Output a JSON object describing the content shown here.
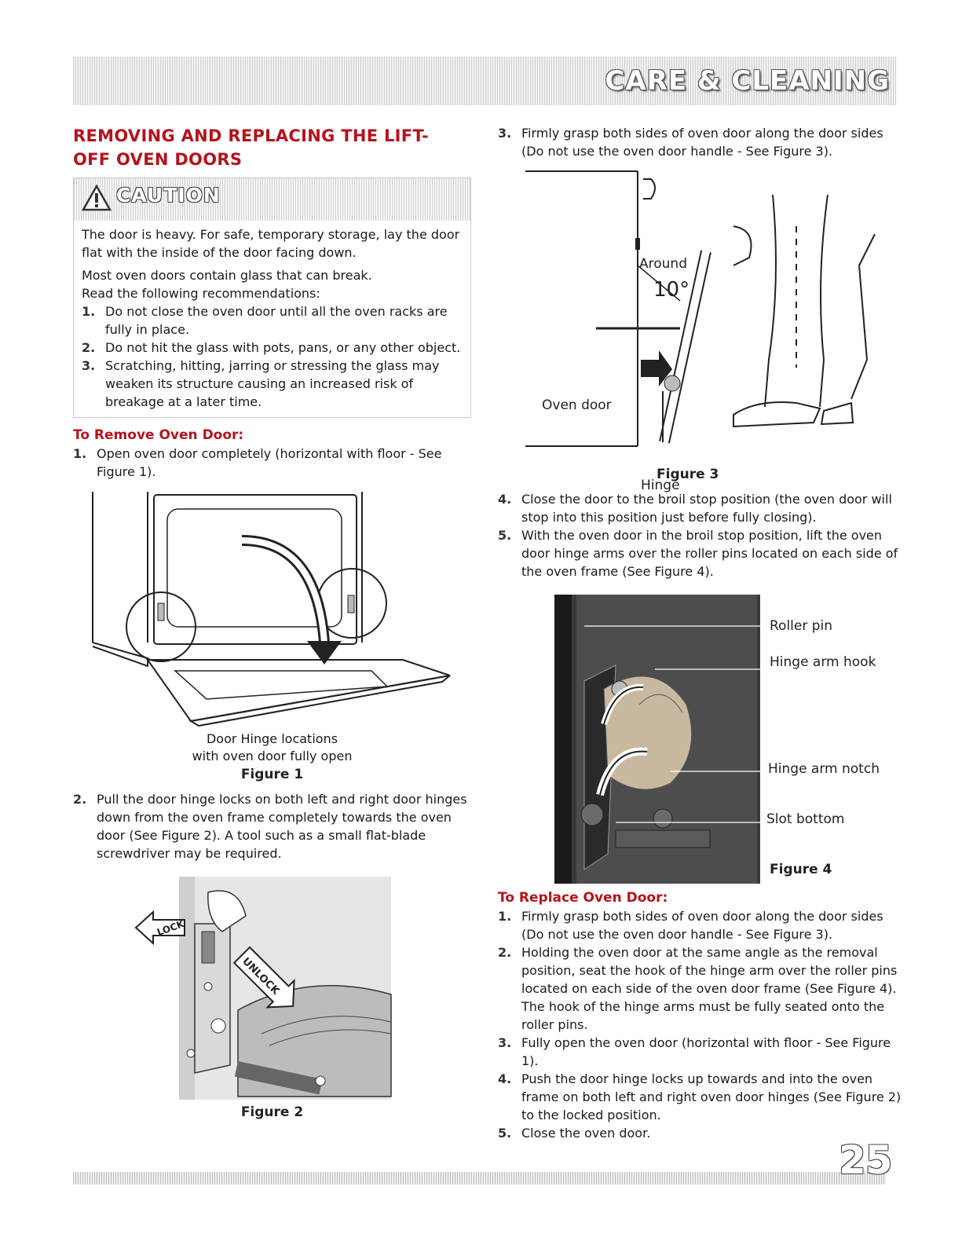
{
  "header": {
    "section_title": "CARE & CLEANING"
  },
  "left": {
    "heading_line1": "REMOVING AND REPLACING THE LIFT-",
    "heading_line2": "OFF OVEN DOORS",
    "caution": {
      "title": "CAUTION",
      "intro": "The door is heavy. For safe, temporary storage, lay the door flat with the inside of the door facing down.",
      "glass_line1": "Most oven doors contain glass that can break.",
      "glass_line2": "Read the following recommendations:",
      "items": [
        {
          "num": "1.",
          "text": "Do not close the oven door until all the oven racks are fully in place."
        },
        {
          "num": "2.",
          "text": "Do not hit the glass with pots, pans, or any other object."
        },
        {
          "num": "3.",
          "text": "Scratching, hitting, jarring or stressing the glass may weaken its structure causing an increased risk of breakage at a later time."
        }
      ]
    },
    "remove_heading": "To Remove Oven Door:",
    "remove_step1": {
      "num": "1.",
      "text": "Open oven door completely (horizontal with floor - See Figure 1)."
    },
    "figure1": {
      "caption_line1": "Door Hinge locations",
      "caption_line2": "with oven door fully open",
      "label": "Figure 1"
    },
    "remove_step2": {
      "num": "2.",
      "text": "Pull the door hinge locks on both left and right door hinges down from the oven frame completely towards the oven door (See Figure 2). A tool such as a small flat-blade screwdriver may be required."
    },
    "figure2": {
      "lock_text": "LOCK",
      "unlock_text": "UNLOCK",
      "label": "Figure 2"
    }
  },
  "right": {
    "remove_step3": {
      "num": "3.",
      "text": "Firmly grasp both sides of oven door along the door sides (Do not use the oven door handle - See Figure 3)."
    },
    "figure3": {
      "around": "Around",
      "angle": "10°",
      "oven_door": "Oven door",
      "hinge": "Hinge",
      "label": "Figure 3"
    },
    "remove_steps_more": [
      {
        "num": "4.",
        "text": "Close the door to the broil stop position (the oven door will stop into this position just before fully closing)."
      },
      {
        "num": "5.",
        "text": "With the oven door in the broil stop position, lift the oven door hinge arms over the roller pins located on each side of the oven frame (See Figure 4)."
      }
    ],
    "figure4": {
      "roller_pin": "Roller pin",
      "hinge_arm_hook": "Hinge arm hook",
      "hinge_arm_notch": "Hinge arm notch",
      "slot_bottom": "Slot bottom",
      "label": "Figure 4"
    },
    "replace_heading": "To Replace Oven Door:",
    "replace_steps": [
      {
        "num": "1.",
        "text": "Firmly grasp both sides of oven door along the door sides (Do not use the oven door handle - See Figure 3)."
      },
      {
        "num": "2.",
        "text": "Holding the oven door at the same angle as the removal position, seat the hook of the hinge arm over the roller pins located on each side of the oven door frame (See Figure 4). The hook of the hinge arms must be fully seated onto the roller pins."
      },
      {
        "num": "3.",
        "text": "Fully open the oven door (horizontal with floor - See Figure 1)."
      },
      {
        "num": "4.",
        "text": "Push the door hinge locks up towards and into the oven frame on both left and right oven door hinges (See Figure 2) to the locked position."
      },
      {
        "num": "5.",
        "text": "Close the oven door."
      }
    ]
  },
  "footer": {
    "page_number": "25"
  }
}
